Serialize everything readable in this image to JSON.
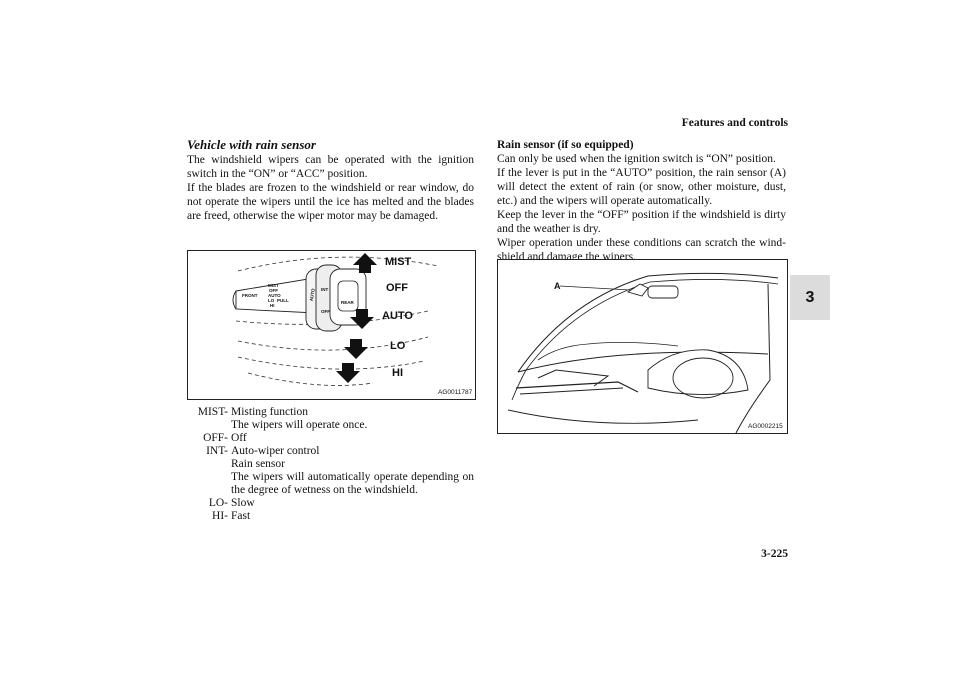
{
  "header": {
    "title": "Features and controls"
  },
  "chapter_tab": "3",
  "page_number": "3-225",
  "left": {
    "heading": "Vehicle with rain sensor",
    "paragraphs": [
      "The windshield wipers can be operated with the ignition switch in the “ON” or “ACC” position.",
      "If the blades are frozen to the windshield or rear window, do not operate the wipers until the ice has melted and the blades are freed, otherwise the wiper motor may be damaged."
    ],
    "figure": {
      "code": "AG0011787",
      "labels": {
        "mist": "MIST",
        "off": "OFF",
        "auto": "AUTO",
        "lo": "LO",
        "hi": "HI"
      },
      "lever_text": {
        "front": "FRONT",
        "mist": "MIST",
        "off": "OFF",
        "auto": "AUTO",
        "lo": "LO",
        "pull": "PULL",
        "hi": "HI",
        "int": "INT",
        "off2": "OFF",
        "rear": "REAR",
        "auto_knob": "AUTO"
      }
    },
    "legend": [
      {
        "key": "MIST-",
        "lines": [
          "Misting function",
          "The wipers will operate once."
        ]
      },
      {
        "key": "OFF-",
        "lines": [
          "Off"
        ]
      },
      {
        "key": "INT-",
        "lines": [
          "Auto-wiper control",
          "Rain sensor",
          "The wipers will automatically operate depending on the degree of wetness on the windshield."
        ]
      },
      {
        "key": "LO-",
        "lines": [
          "Slow"
        ]
      },
      {
        "key": "HI-",
        "lines": [
          "Fast"
        ]
      }
    ]
  },
  "right": {
    "heading": "Rain sensor (if so equipped)",
    "paragraphs": [
      "Can only be used when the ignition switch is “ON” position.",
      "If the lever is put in the “AUTO” position, the rain sensor (A) will detect the extent of rain (or snow, other moisture, dust, etc.) and the wipers will operate automatically.",
      "Keep the lever in the “OFF” position if the windshield is dirty and the weather is dry.",
      "Wiper operation under these conditions can scratch the wind-shield and damage the wipers."
    ],
    "figure": {
      "code": "AG0002215",
      "label_a": "A"
    }
  }
}
